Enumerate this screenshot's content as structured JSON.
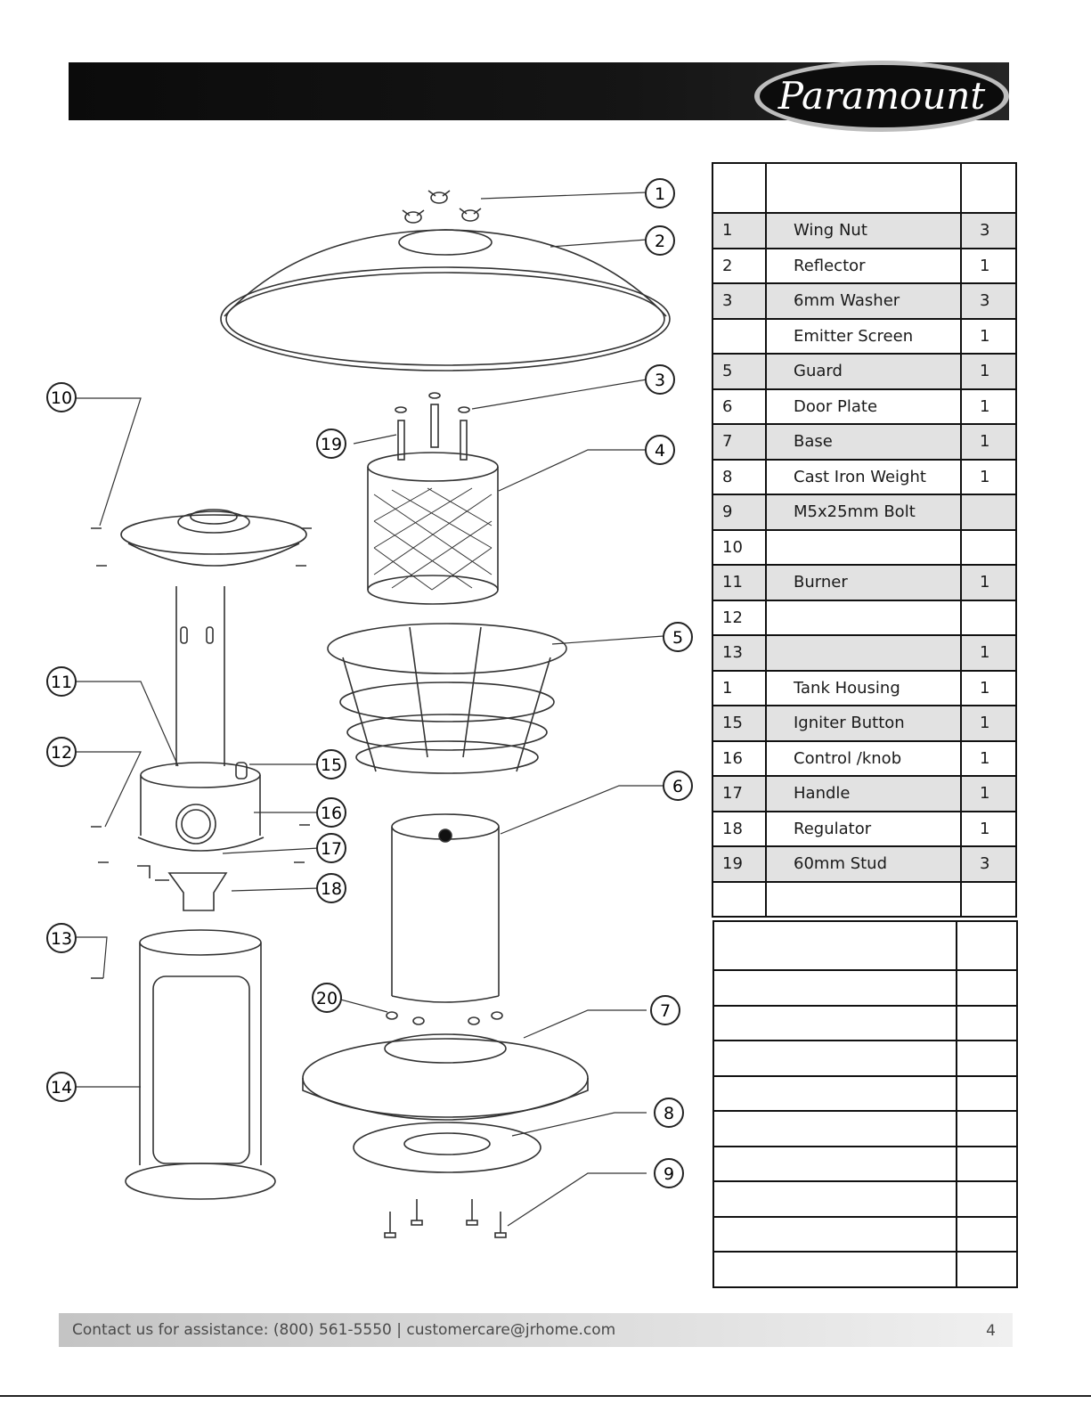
{
  "header": {
    "brand": "Paramount"
  },
  "diagram": {
    "callouts": [
      "1",
      "2",
      "3",
      "4",
      "5",
      "6",
      "7",
      "8",
      "9",
      "10",
      "11",
      "12",
      "13",
      "14",
      "15",
      "16",
      "17",
      "18",
      "19",
      "20"
    ]
  },
  "parts_table": {
    "rows": [
      {
        "no": "1",
        "name": "Wing Nut",
        "qty": "3"
      },
      {
        "no": "2",
        "name": "Reflector",
        "qty": "1"
      },
      {
        "no": "3",
        "name": "6mm Washer",
        "qty": "3"
      },
      {
        "no": "",
        "name": "Emitter Screen",
        "qty": "1"
      },
      {
        "no": "5",
        "name": "Guard",
        "qty": "1"
      },
      {
        "no": "6",
        "name": "Door Plate",
        "qty": "1"
      },
      {
        "no": "7",
        "name": "Base",
        "qty": "1"
      },
      {
        "no": "8",
        "name": "Cast Iron Weight",
        "qty": "1"
      },
      {
        "no": "9",
        "name": "M5x25mm Bolt",
        "qty": ""
      },
      {
        "no": "10",
        "name": "",
        "qty": ""
      },
      {
        "no": "11",
        "name": "Burner",
        "qty": "1"
      },
      {
        "no": "12",
        "name": "",
        "qty": ""
      },
      {
        "no": "13",
        "name": "",
        "qty": "1"
      },
      {
        "no": "1",
        "name": "Tank Housing",
        "qty": "1"
      },
      {
        "no": "15",
        "name": "Igniter Button",
        "qty": "1"
      },
      {
        "no": "16",
        "name": "Control /knob",
        "qty": "1"
      },
      {
        "no": "17",
        "name": "Handle",
        "qty": "1"
      },
      {
        "no": "18",
        "name": "Regulator",
        "qty": "1"
      },
      {
        "no": "19",
        "name": "60mm Stud",
        "qty": "3"
      },
      {
        "no": "",
        "name": "",
        "qty": ""
      }
    ]
  },
  "hardware_table": {
    "row_count": 9
  },
  "footer": {
    "contact_text": "Contact us for assistance:  (800) 561-5550  |  customercare@jrhome.com",
    "page_number": "4"
  }
}
